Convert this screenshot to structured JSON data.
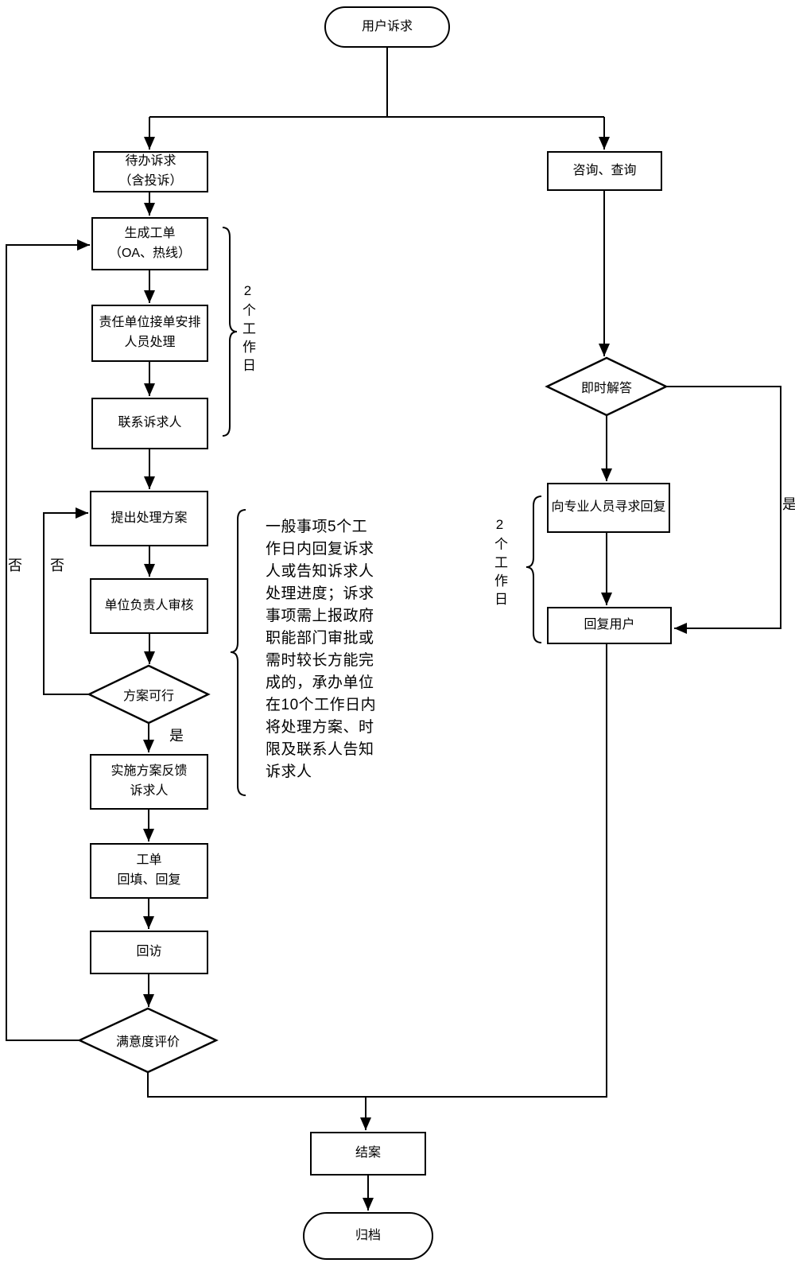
{
  "diagram": {
    "nodes": {
      "start": "用户诉求",
      "pending": "待办诉求\n（含投诉）",
      "generate": "生成工单\n（OA、热线）",
      "assign": "责任单位接单安排\n人员处理",
      "contact": "联系诉求人",
      "propose": "提出处理方案",
      "review": "单位负责人审核",
      "feasible": "方案可行",
      "implement": "实施方案反馈\n诉求人",
      "ticket": "工单\n回填、回复",
      "visit": "回访",
      "satisfaction": "满意度评价",
      "close_case": "结案",
      "archive": "归档",
      "consult": "咨询、查询",
      "instant": "即时解答",
      "seek": "向专业人员寻求回复",
      "reply": "回复用户"
    },
    "edge_labels": {
      "no_outer": "否",
      "no_inner": "否",
      "yes_down": "是",
      "yes_right": "是"
    },
    "braces": {
      "duration_left": "2个工作日",
      "duration_right": "2个工作日"
    },
    "annotation": "一般事项5个工\n作日内回复诉求\n人或告知诉求人\n处理进度；诉求\n事项需上报政府\n职能部门审批或\n需时较长方能完\n成的，承办单位\n在10个工作日内\n将处理方案、时\n限及联系人告知\n诉求人",
    "colors": {
      "line": "#000000",
      "background": "#ffffff"
    }
  }
}
